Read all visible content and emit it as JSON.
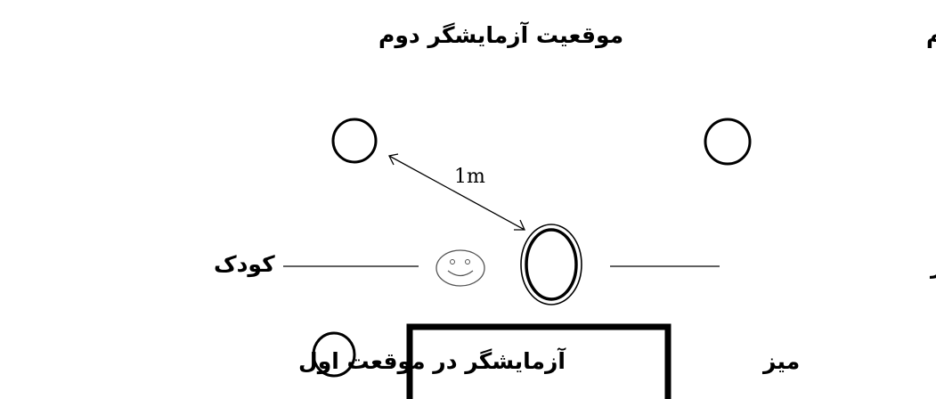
{
  "labels": {
    "tester_second_position": "موقعیت آزمایشگر دوم",
    "tester_third_position": "موقعیت آزمایشگر سوم",
    "child": "کودک",
    "parent_or_caregiver": "والدین یا پرستار",
    "tester_first_position": "آزمایشگر در موقعت اول",
    "table": "میز",
    "distance": "1m"
  },
  "colors": {
    "ink": "#000000",
    "background": "#ffffff"
  },
  "icons": {
    "child": "smiley-face-icon"
  }
}
